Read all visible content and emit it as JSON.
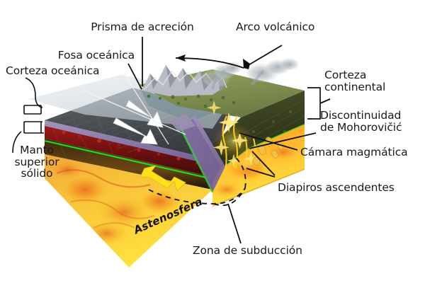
{
  "figure": {
    "type": "geological-cross-section-diagram",
    "subject": "Zona de subduccion oceanica-continental",
    "language": "es",
    "background_color": "#ffffff"
  },
  "labels": {
    "prisma": "Prisma de acreción",
    "arco": "Arco volcánico",
    "fosa": "Fosa oceánica",
    "corteza_oceanica": "Corteza oceánica",
    "manto_superior": "Manto\nsuperior\nsólido",
    "corteza_continental": "Corteza\ncontinental",
    "moho": "Discontinuidad\nde Mohorovičić",
    "camara": "Cámara magmática",
    "diapiros": "Diapiros ascendentes",
    "zona_subduccion": "Zona de subducción",
    "astenosfera": "Astenosfera"
  },
  "colors": {
    "leader_line": "#111111",
    "moho_line": "#19e019",
    "slab_purple": "#8d7aa8",
    "ocean_crust": "#4a4e52",
    "ocean_water": "#c3ccd4",
    "continental_crust": "#3d4424",
    "continental_surface": "#8d9a5a",
    "asthenosphere_hot": "#ff9b22",
    "asthenosphere_warm": "#f5cf3a",
    "mantle_red": "#8e1717",
    "magma_yellow": "#ffd21e",
    "subduction_arrow": "#ffe11a",
    "motion_arrow": "#ffffff",
    "text": "#1a1a1a"
  },
  "features": {
    "volcanic_plume_count": 2,
    "subduction_dashed_circle": true,
    "convergence_arrows": 2,
    "upwelling_arrow": "double-headed-yellow"
  }
}
